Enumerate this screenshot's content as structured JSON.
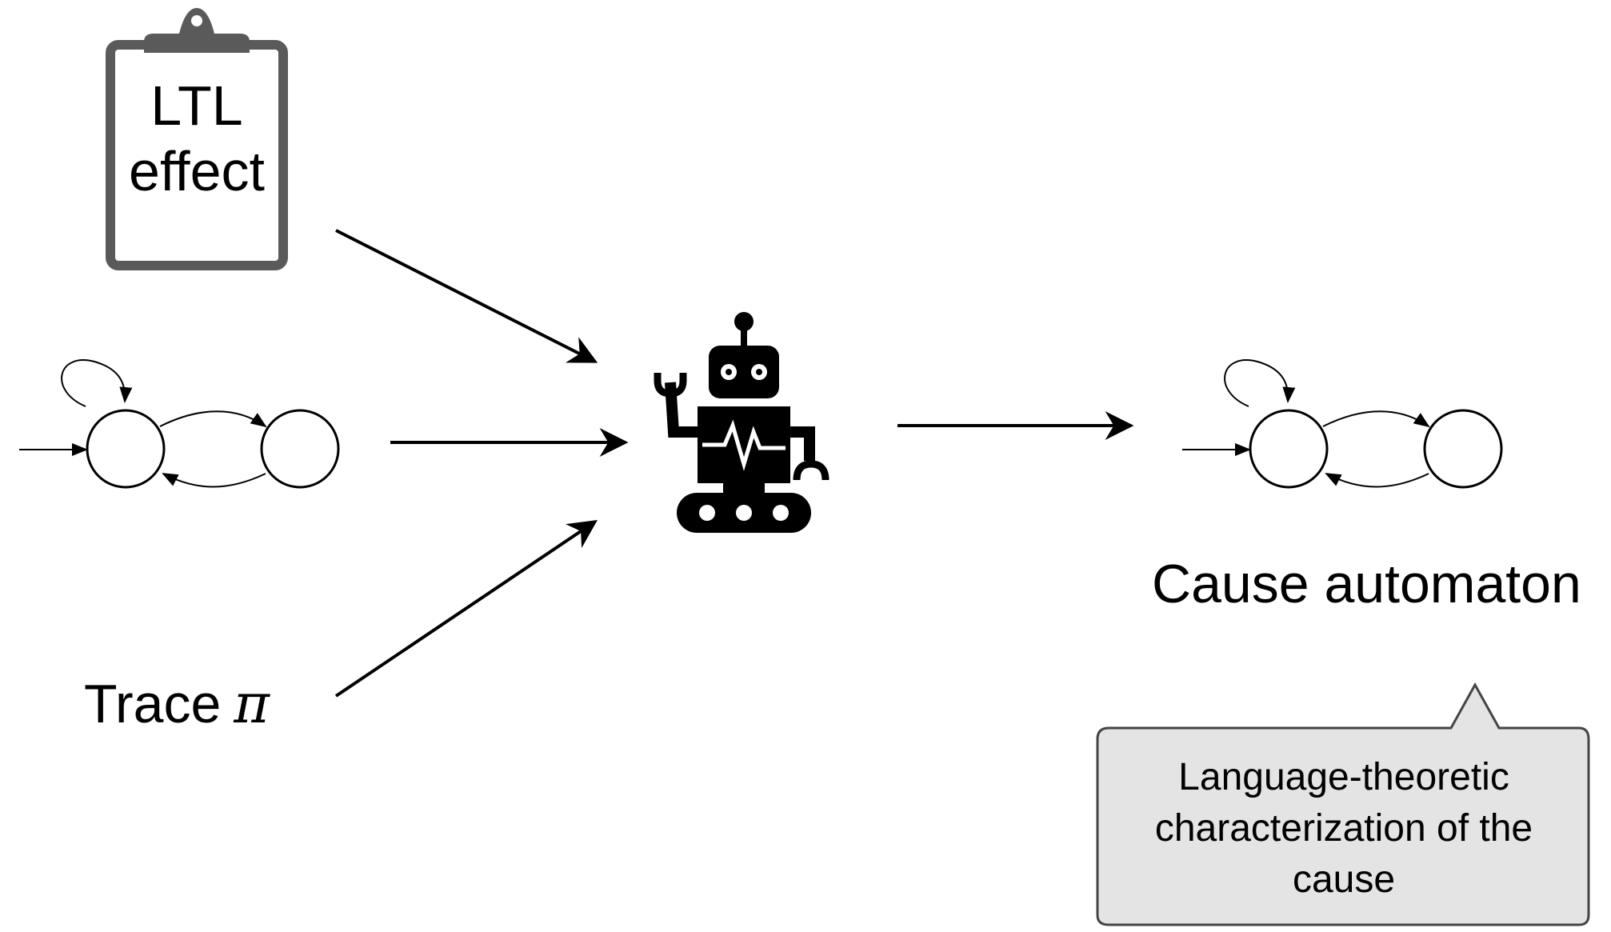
{
  "clipboard": {
    "line1": "LTL",
    "line2": "effect"
  },
  "trace_label": {
    "text": "Trace",
    "symbol": "π"
  },
  "cause_label": "Cause automaton",
  "callout": {
    "line1": "Language-theoretic",
    "line2": "characterization of the",
    "line3": "cause"
  },
  "icons": {
    "clipboard": "clipboard-icon",
    "robot": "robot-icon",
    "input_automaton": "input-automaton-diagram",
    "cause_automaton": "cause-automaton-diagram"
  },
  "colors": {
    "ink": "#000000",
    "clipboard": "#5a5a5a",
    "callout_fill": "#e4e4e4",
    "callout_border": "#444444"
  }
}
